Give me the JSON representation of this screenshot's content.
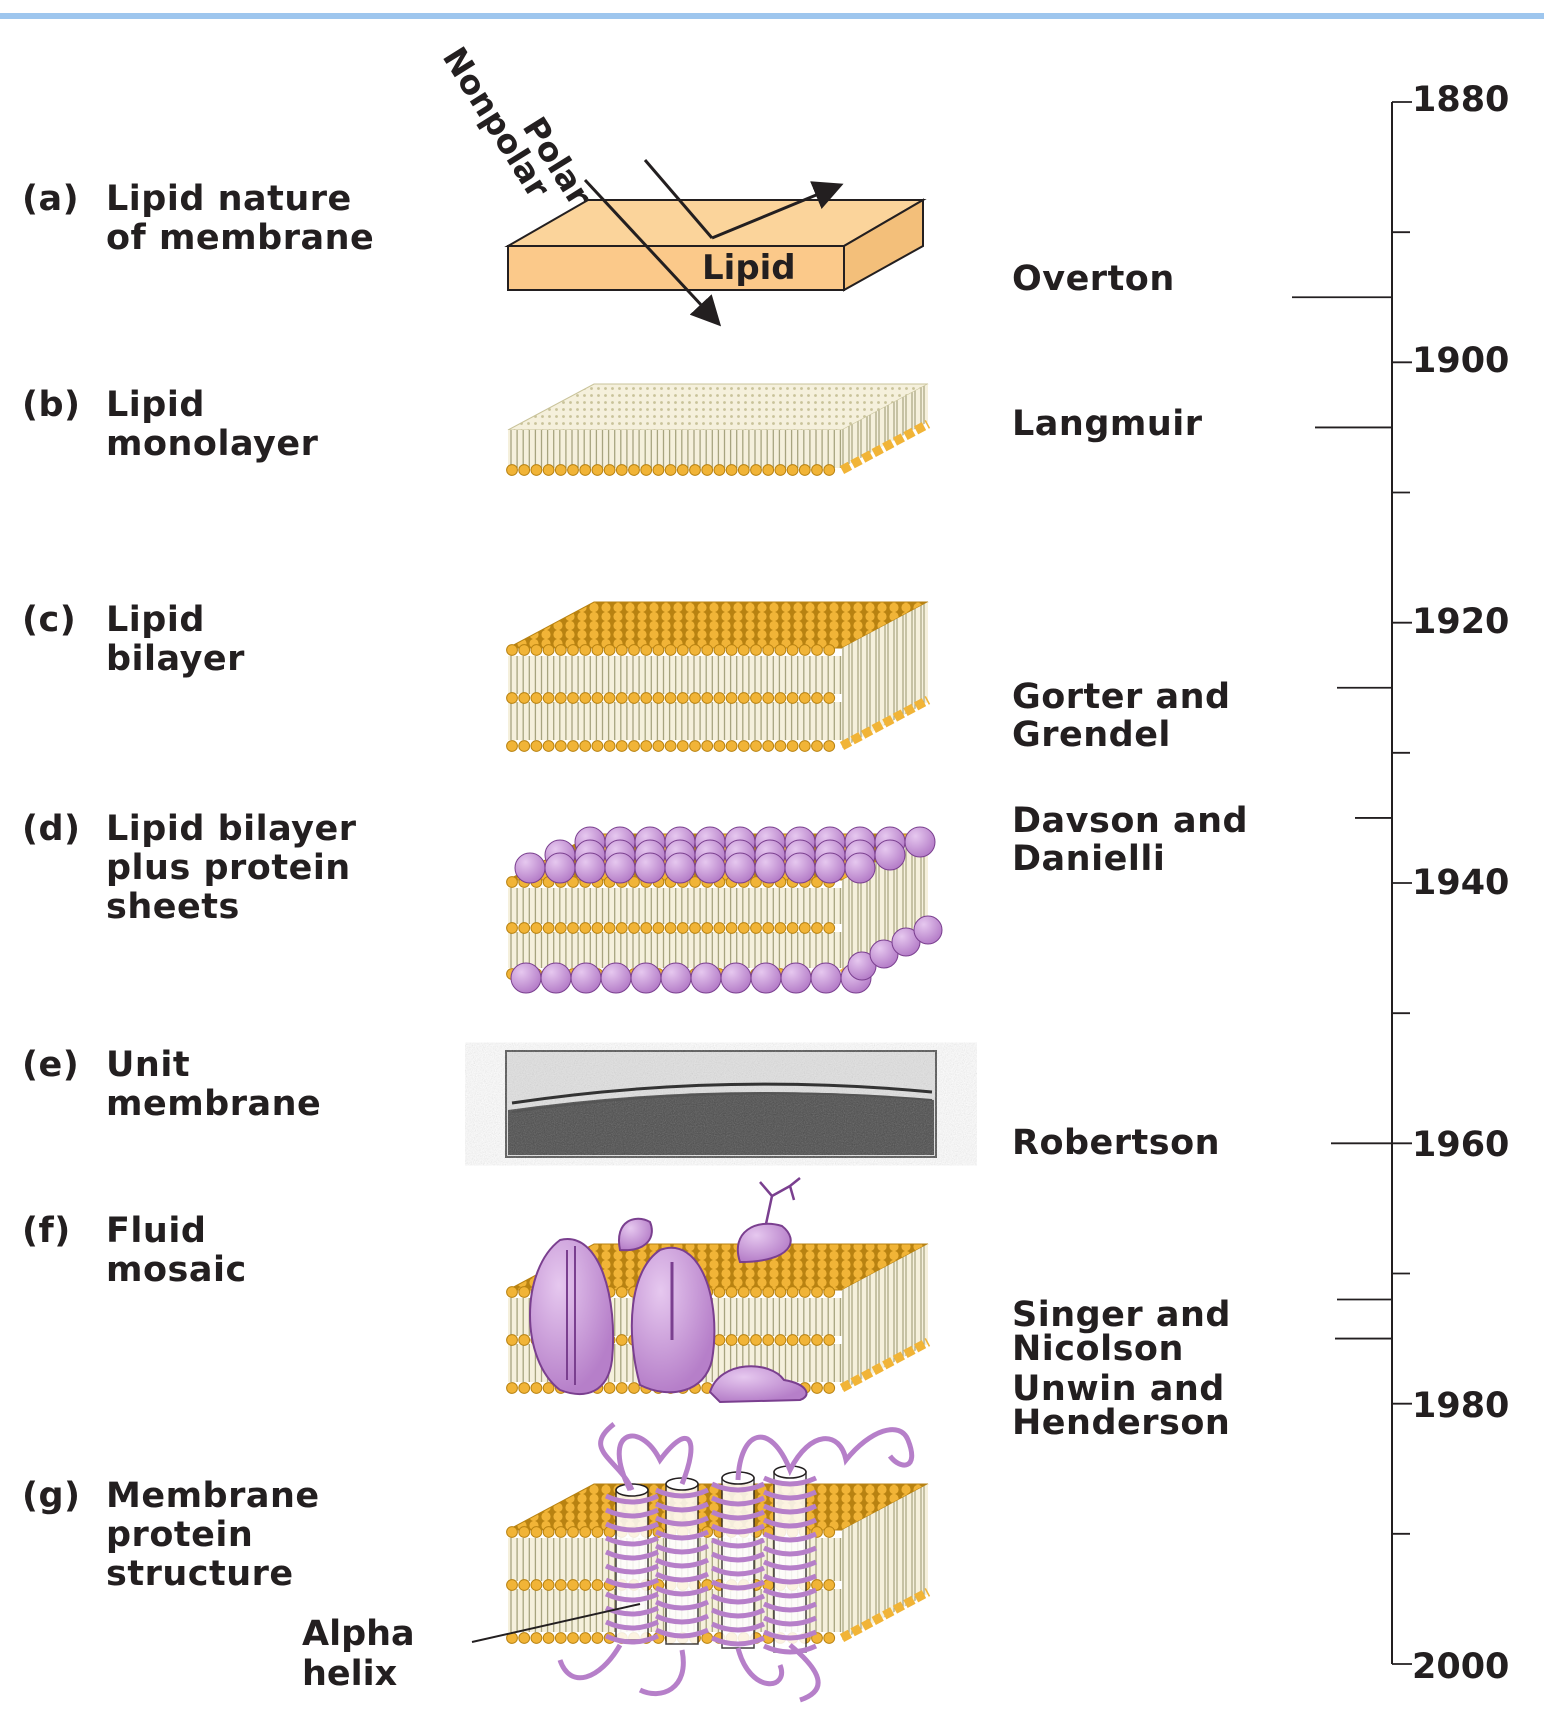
{
  "labels": [
    {
      "letter": "(a)",
      "text": "Lipid nature\nof membrane"
    },
    {
      "letter": "(b)",
      "text": "Lipid\nmonolayer"
    },
    {
      "letter": "(c)",
      "text": "Lipid\nbilayer"
    },
    {
      "letter": "(d)",
      "text": "Lipid bilayer\nplus protein\nsheets"
    },
    {
      "letter": "(e)",
      "text": "Unit\nmembrane"
    },
    {
      "letter": "(f)",
      "text": "Fluid\nmosaic"
    },
    {
      "letter": "(g)",
      "text": "Membrane\nprotein\nstructure"
    }
  ],
  "diagram_text": {
    "polar": "Polar",
    "nonpolar": "Nonpolar",
    "lipid": "Lipid",
    "alpha_helix": "Alpha\nhelix"
  },
  "scientists": [
    {
      "name": "Overton",
      "year": 1895
    },
    {
      "name": "Langmuir",
      "year": 1905
    },
    {
      "name": "Gorter and\nGrendel",
      "year": 1925
    },
    {
      "name": "Davson and\nDanielli",
      "year": 1935
    },
    {
      "name": "Robertson",
      "year": 1960
    },
    {
      "name": "Singer and\nNicolson",
      "year": 1972
    },
    {
      "name": "Unwin and\nHenderson",
      "year": 1975
    }
  ],
  "timeline": {
    "start": 1880,
    "end": 2000,
    "minor_step": 10,
    "major_labels": [
      "1880",
      "1900",
      "1920",
      "1940",
      "1960",
      "1980",
      "2000"
    ]
  },
  "colors": {
    "lipid_head": "#f1b437",
    "lipid_head_dark": "#b88211",
    "lipid_tail": "#a7a47f",
    "membrane_bg": "#f5f0dc",
    "box_face": "#fbd49b",
    "protein": "#b67fc9",
    "protein_dark": "#7a3f8f",
    "protein_light": "#e6c8ef",
    "line": "#231f20"
  }
}
